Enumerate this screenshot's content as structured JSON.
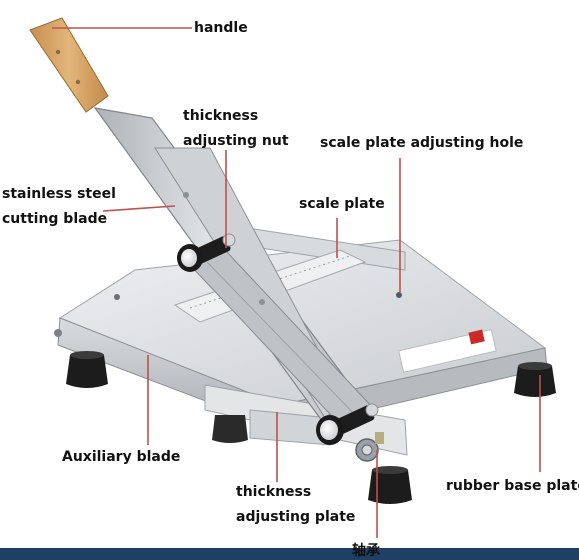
{
  "colors": {
    "leader": "#c0504d",
    "metal_light": "#e4e6e8",
    "metal_mid": "#c3c6ca",
    "metal_dark": "#8b9096",
    "handle_wood": "#d6a566",
    "rubber": "#1c1c1c",
    "bottom_bar": "#1f3f63"
  },
  "labels": {
    "handle": "handle",
    "thickness_nut_line1": "thickness",
    "thickness_nut_line2": "adjusting nut",
    "scale_hole": "scale plate adjusting hole",
    "blade_line1": "stainless steel",
    "blade_line2": "cutting blade",
    "scale_plate": "scale plate",
    "auxiliary_blade": "Auxiliary blade",
    "thickness_plate_line1": "thickness",
    "thickness_plate_line2": "adjusting plate",
    "rubber_base": "rubber base plate",
    "bearing": "轴承"
  },
  "icons": {
    "nut": "knob-icon",
    "foot": "rubber-foot-icon"
  }
}
